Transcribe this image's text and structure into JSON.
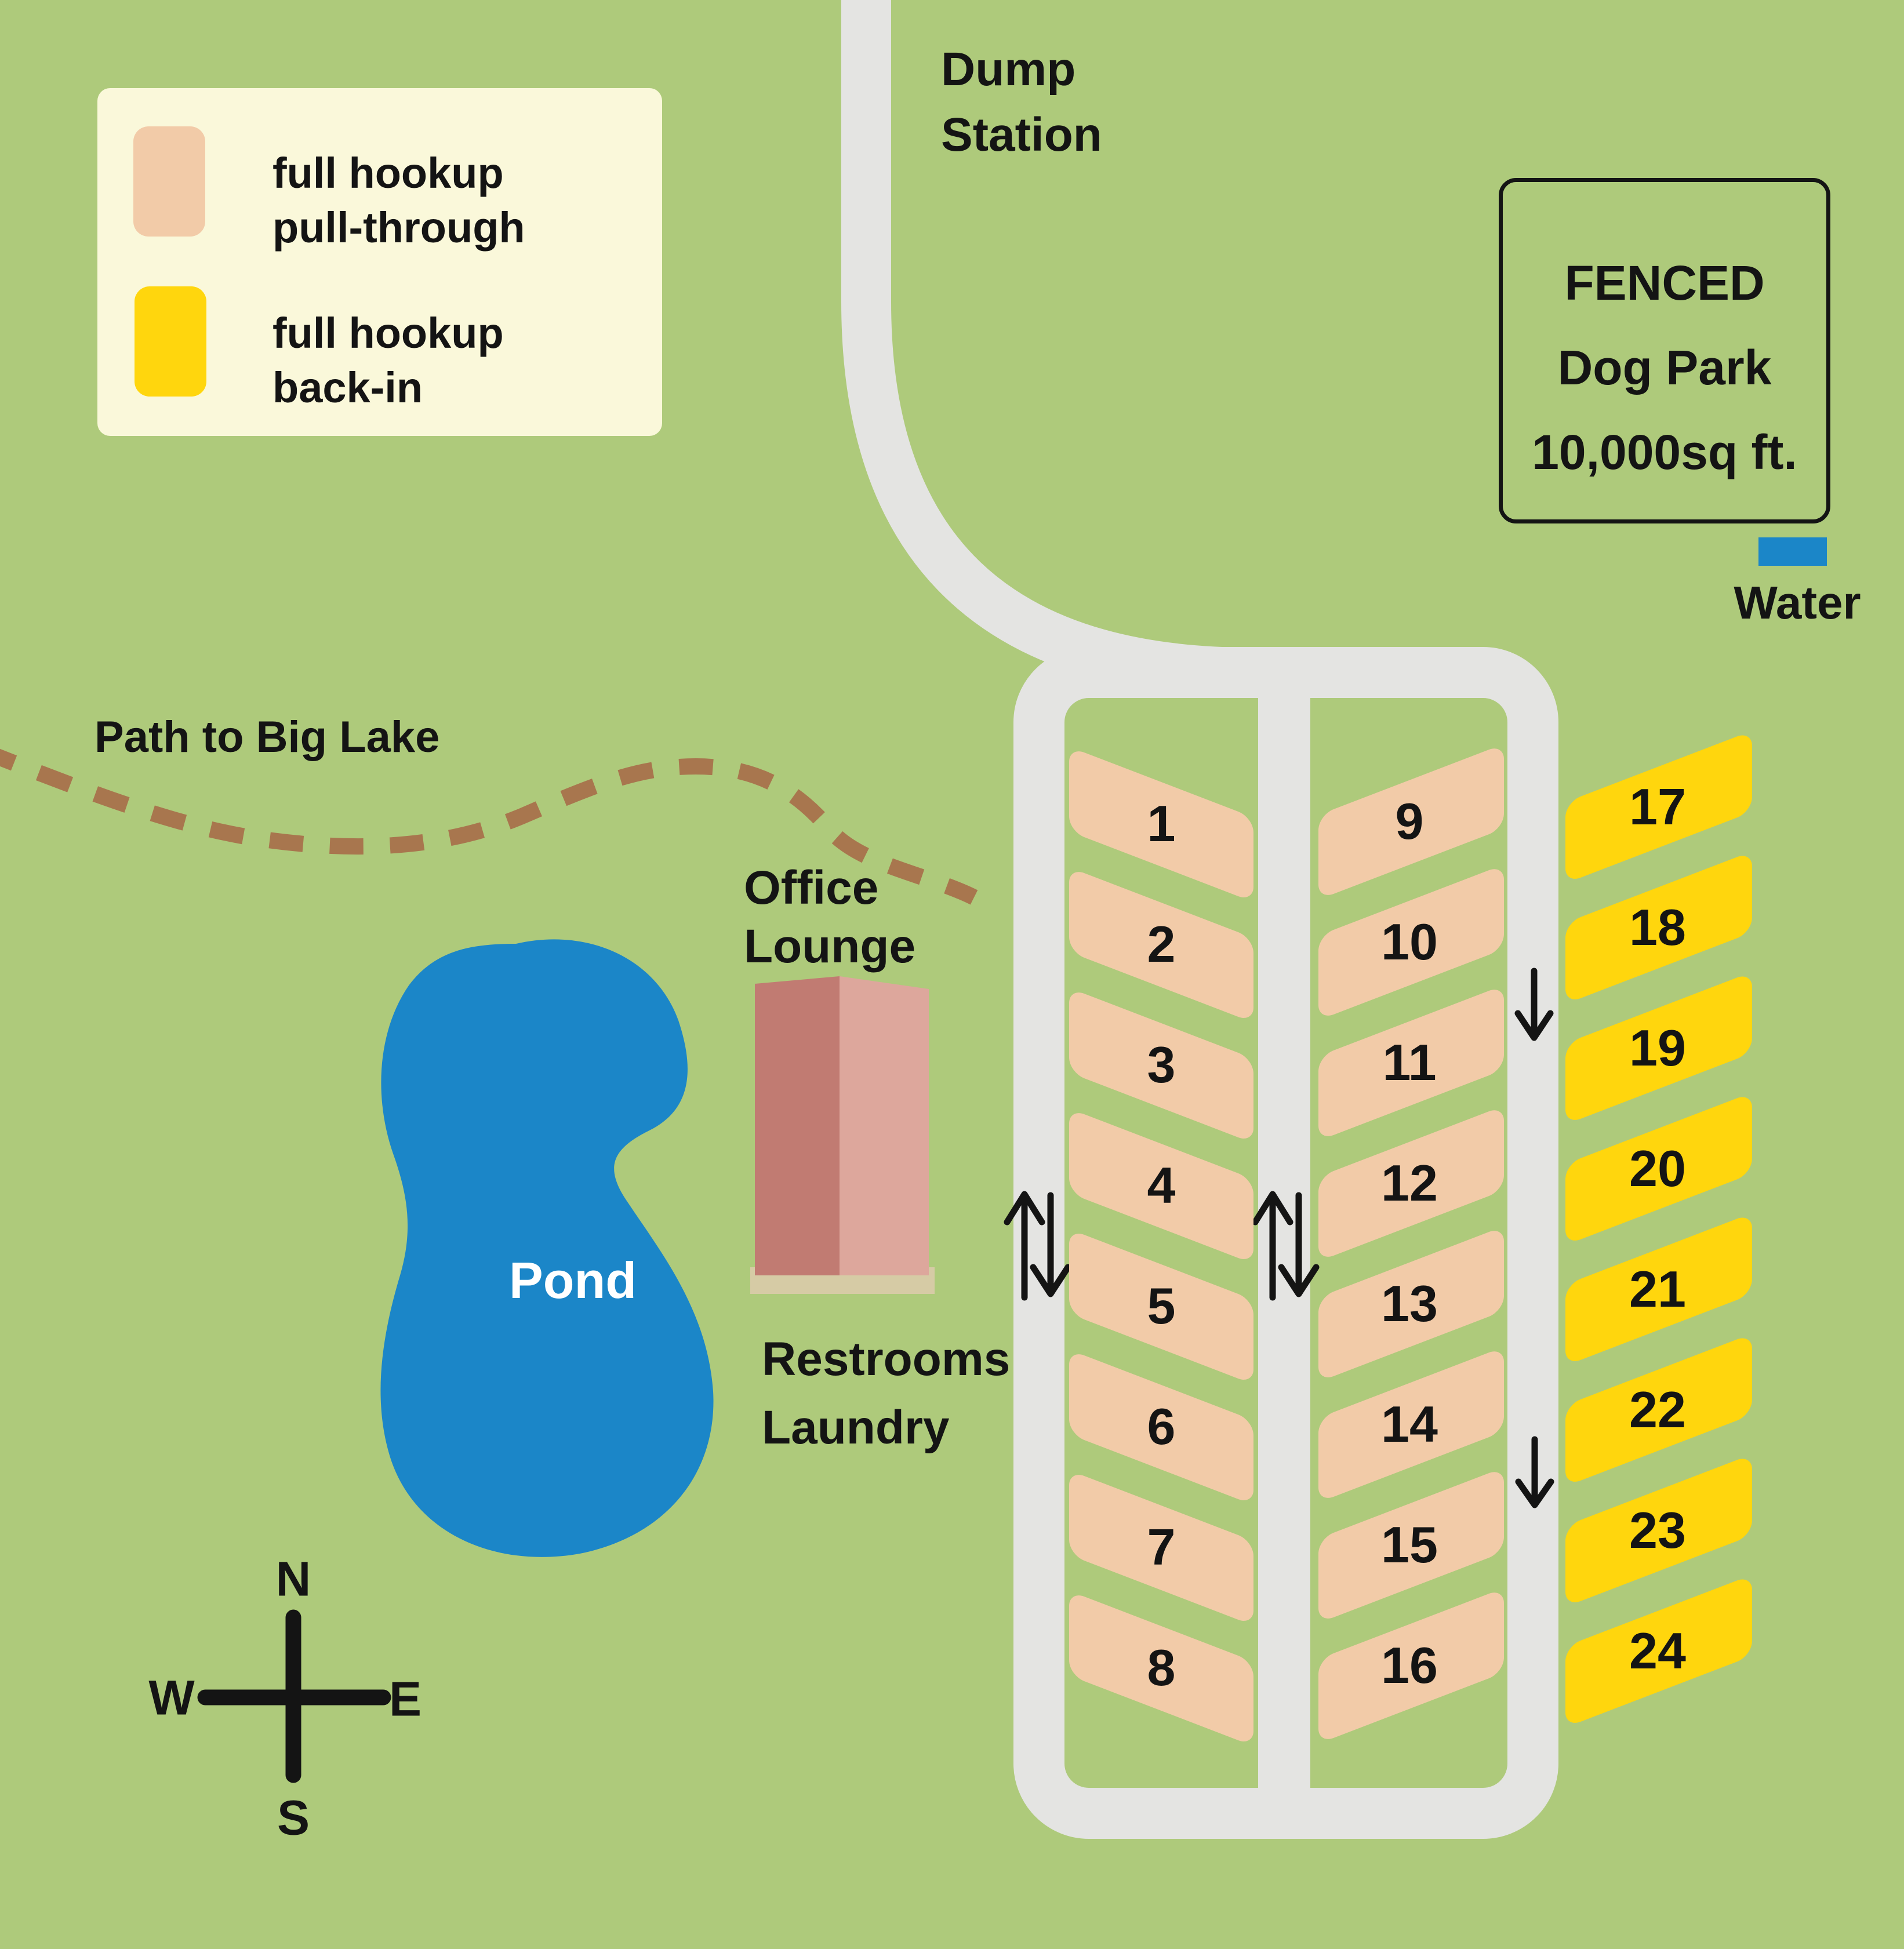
{
  "legend": {
    "items": [
      {
        "id": "pull-through",
        "color": "#F2CBA8",
        "line1": "full hookup",
        "line2": "pull-through"
      },
      {
        "id": "back-in",
        "color": "#FFD60D",
        "line1": "full hookup",
        "line2": "back-in"
      }
    ]
  },
  "labels": {
    "dump_station": {
      "line1": "Dump",
      "line2": "Station"
    },
    "path_to_big_lake": "Path to Big Lake",
    "office": {
      "line1": "Office",
      "line2": "Lounge"
    },
    "restrooms": {
      "line1": "Restrooms",
      "line2": "Laundry"
    },
    "pond": "Pond",
    "water": "Water",
    "dog_park": {
      "line1": "FENCED",
      "line2": "Dog Park",
      "line3": "10,000sq ft."
    }
  },
  "compass": {
    "north": "N",
    "south": "S",
    "east": "E",
    "west": "W"
  },
  "sites": {
    "pull_through_row1": [
      "1",
      "2",
      "3",
      "4",
      "5",
      "6",
      "7",
      "8"
    ],
    "pull_through_row2": [
      "9",
      "10",
      "11",
      "12",
      "13",
      "14",
      "15",
      "16"
    ],
    "back_in": [
      "17",
      "18",
      "19",
      "20",
      "21",
      "22",
      "23",
      "24"
    ]
  },
  "colors": {
    "background_green": "#AECA7B",
    "road_gray": "#E4E4E2",
    "site_pull_through_peach": "#F2CBA8",
    "site_back_in_yellow": "#FFD60D",
    "legend_cream": "#FAF8DA",
    "water_blue": "#1B86C8",
    "trail_brown": "#A8764E",
    "building_dark": "#C17B72",
    "building_light": "#DDA79C",
    "building_base_tan": "#D6CBA5",
    "text_black": "#141414"
  }
}
